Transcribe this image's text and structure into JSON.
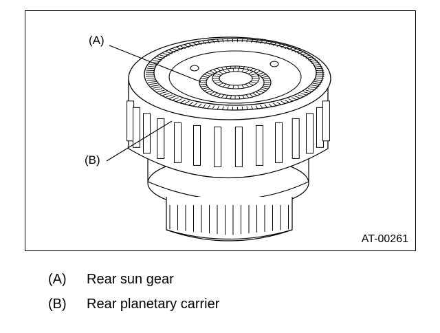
{
  "figure": {
    "callouts": {
      "a": "(A)",
      "b": "(B)"
    },
    "code": "AT-00261"
  },
  "legend": [
    {
      "key": "(A)",
      "text": "Rear sun gear"
    },
    {
      "key": "(B)",
      "text": "Rear planetary carrier"
    }
  ]
}
